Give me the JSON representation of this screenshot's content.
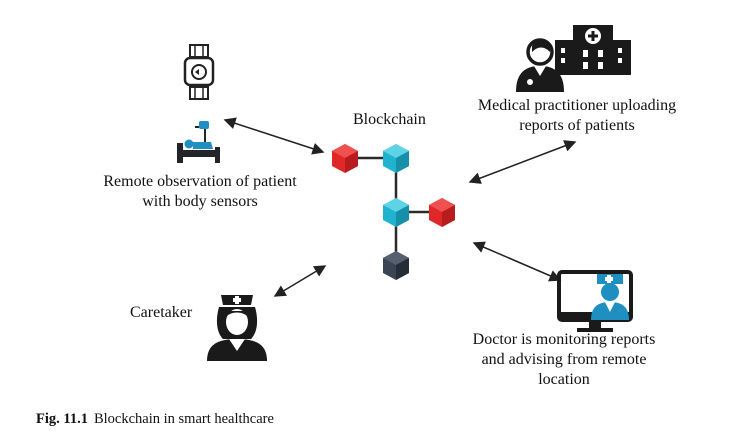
{
  "diagram": {
    "center_label": "Blockchain",
    "nodes": {
      "remote": {
        "line1": "Remote observation of patient",
        "line2": "with body sensors",
        "icons": [
          "smartwatch-icon",
          "hospital-bed-patient-icon"
        ]
      },
      "medical": {
        "line1": "Medical practitioner uploading",
        "line2": "reports  of patients",
        "icons": [
          "doctor-icon",
          "hospital-building-icon"
        ]
      },
      "caretaker": {
        "label": "Caretaker",
        "icons": [
          "nurse-icon"
        ]
      },
      "doctor": {
        "line1": "Doctor is monitoring reports",
        "line2": "and advising from remote",
        "line3": "location",
        "icons": [
          "doctor-monitor-icon"
        ]
      }
    },
    "colors": {
      "red_block": "#e02828",
      "teal_block": "#1fb3cf",
      "dark_block": "#3a4452",
      "icon_dark": "#222222",
      "arrow": "#222222"
    }
  },
  "caption": {
    "number": "Fig. 11.1",
    "text": "Blockchain in smart healthcare"
  }
}
